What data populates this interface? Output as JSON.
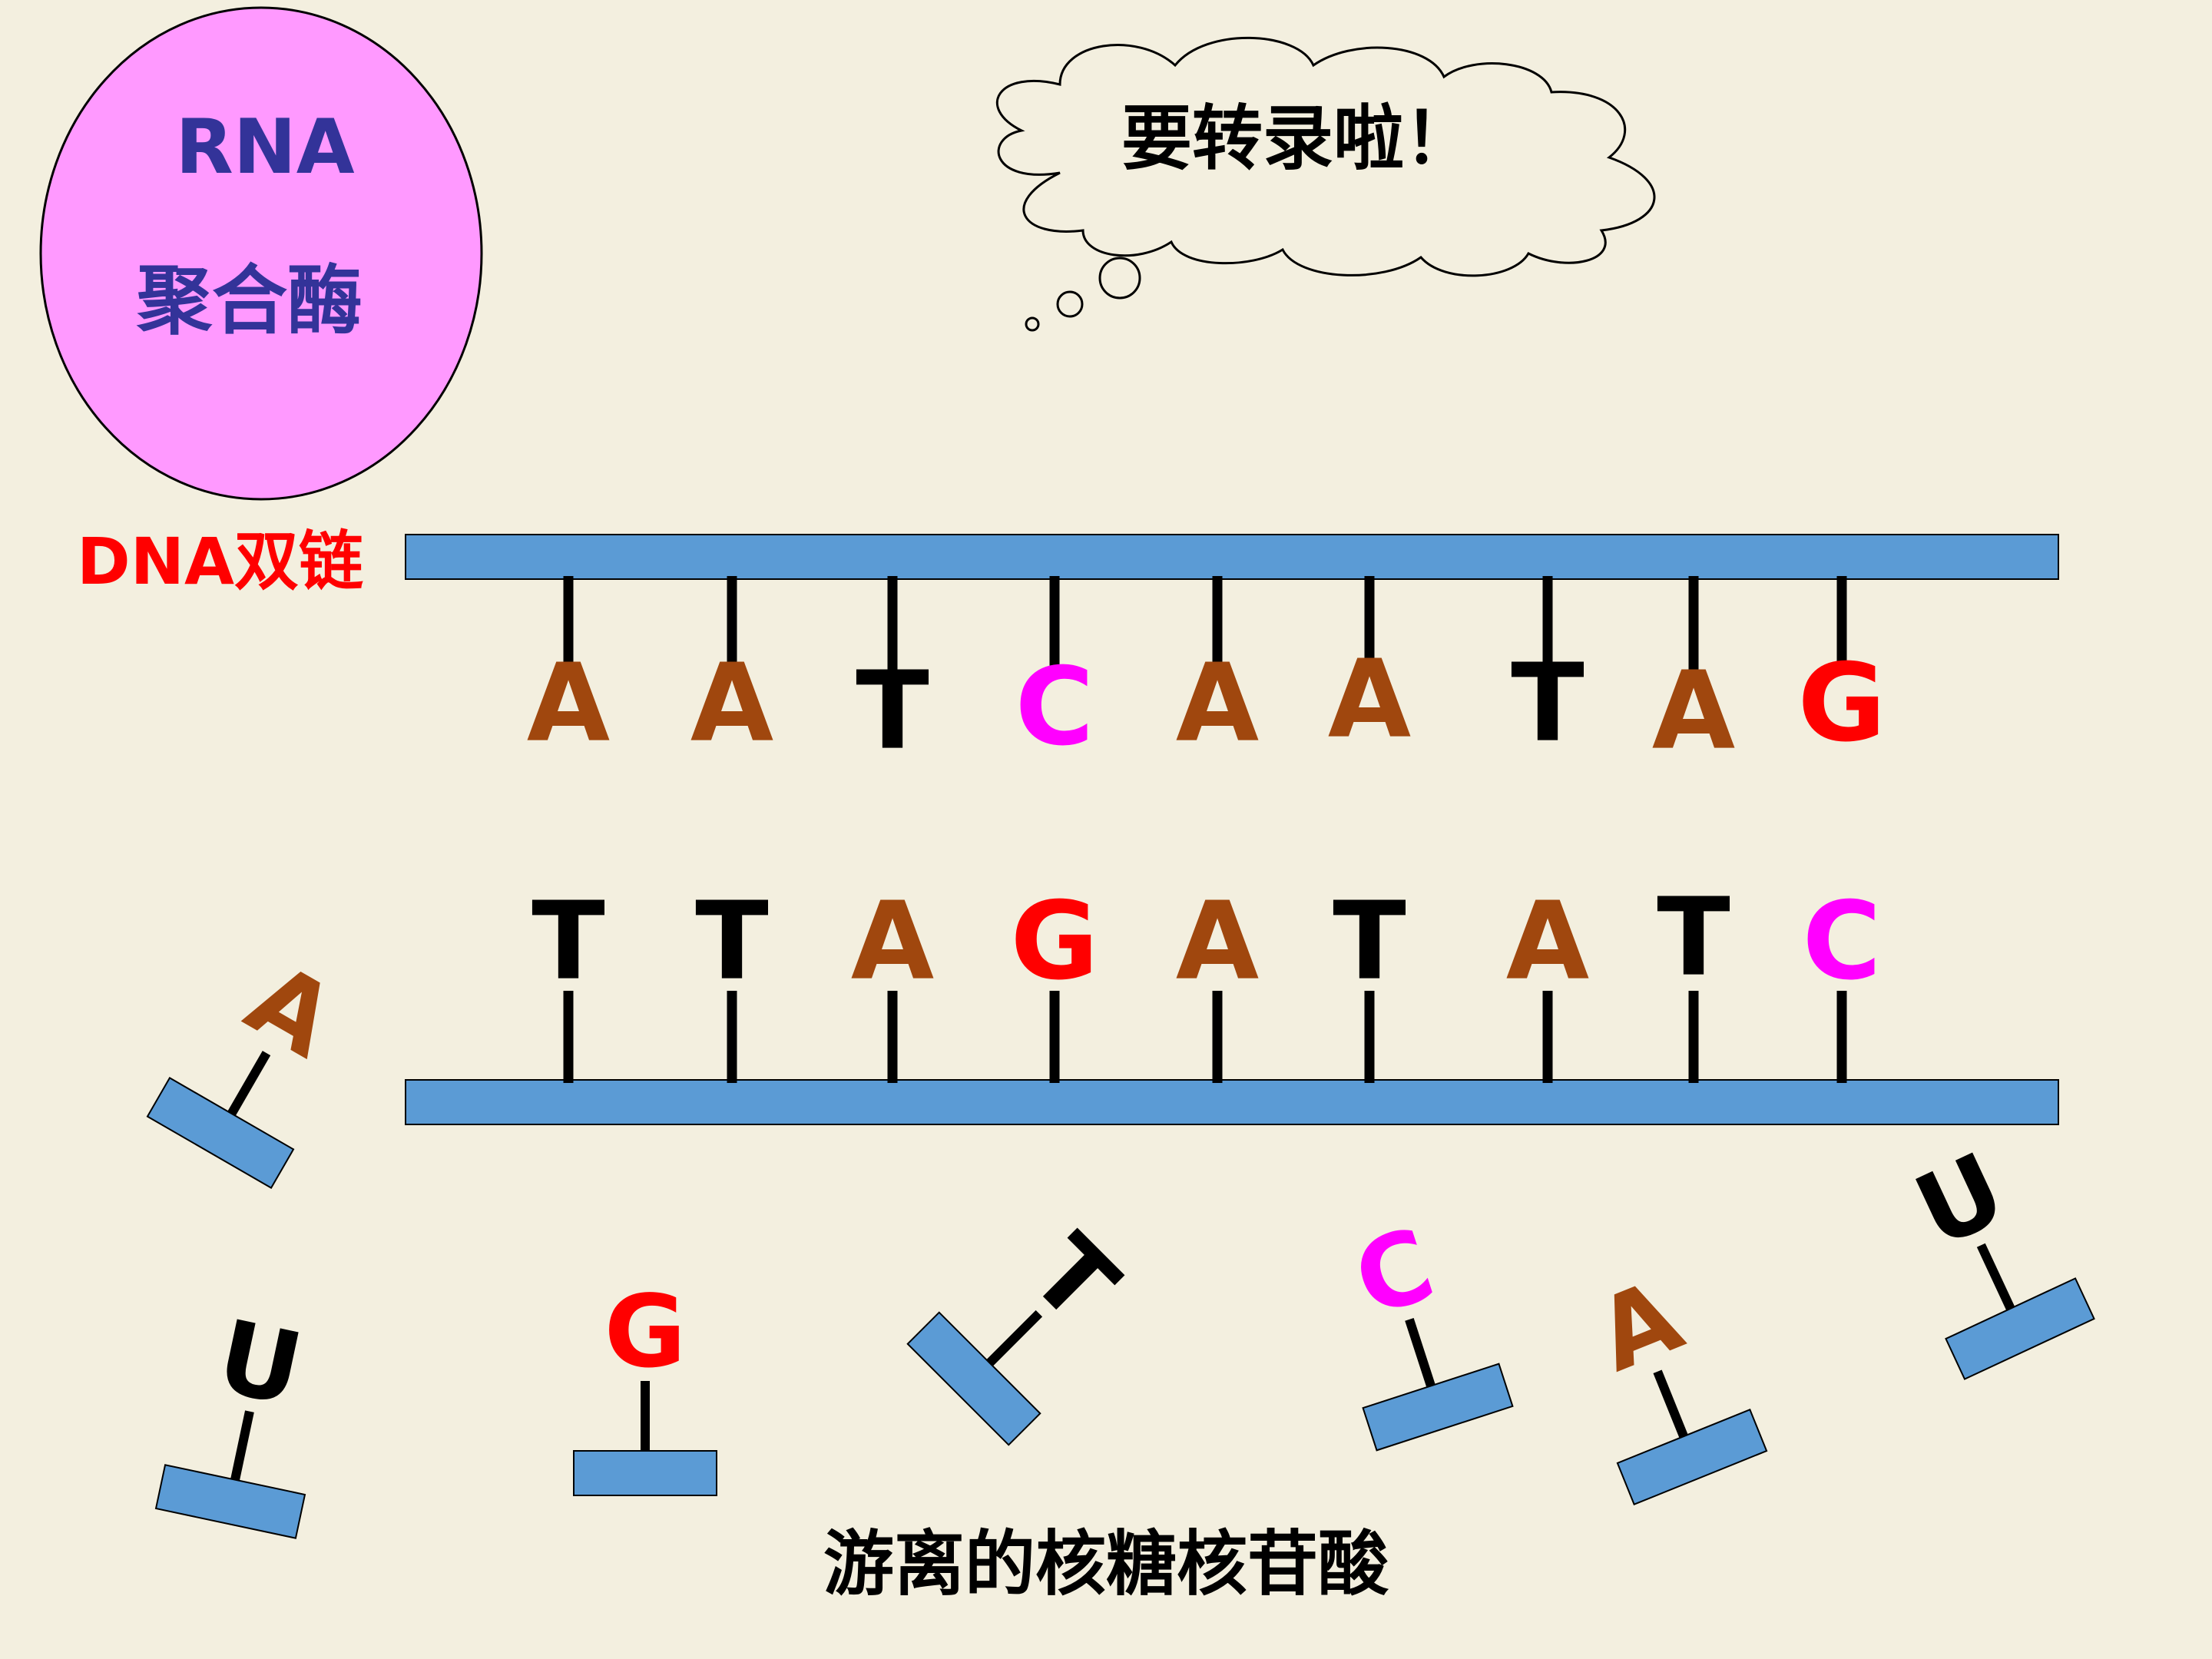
{
  "enzyme": {
    "line1": "RNA",
    "line2": "聚合酶",
    "fill": "#ff99ff",
    "text_color": "#333399"
  },
  "thought": {
    "text": "要转录啦！"
  },
  "dna_label": {
    "text": "DNA双链",
    "color": "#ff0000"
  },
  "top_strand": {
    "bases": [
      "A",
      "A",
      "T",
      "C",
      "A",
      "A",
      "T",
      "A",
      "G"
    ]
  },
  "bottom_strand": {
    "bases": [
      "T",
      "T",
      "A",
      "G",
      "A",
      "T",
      "A",
      "T",
      "C"
    ]
  },
  "free_nucleotides": {
    "caption": "游离的核糖核苷酸",
    "bases": [
      "A",
      "U",
      "G",
      "T",
      "C",
      "A",
      "U"
    ]
  },
  "colors": {
    "backbone": "#5b9bd5",
    "A": "#a0470e",
    "T": "#000000",
    "C": "#ff00ff",
    "G": "#ff0000",
    "U": "#000000",
    "stick": "#000000",
    "background": "#f3efdf"
  }
}
